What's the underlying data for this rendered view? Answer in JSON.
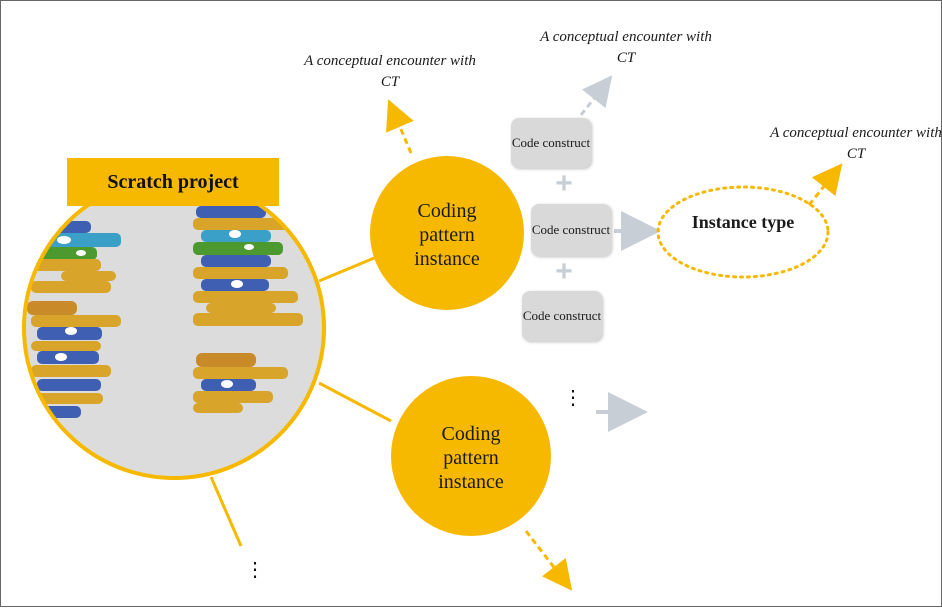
{
  "scratch_project": {
    "title": "Scratch project"
  },
  "coding_instances": [
    {
      "label": "Coding pattern instance"
    },
    {
      "label": "Coding pattern instance"
    }
  ],
  "code_constructs": [
    {
      "label": "Code construct"
    },
    {
      "label": "Code construct"
    },
    {
      "label": "Code construct"
    }
  ],
  "instance_type": {
    "label": "Instance type"
  },
  "encounters": [
    {
      "text": "A conceptual encounter with CT"
    },
    {
      "text": "A conceptual encounter with CT"
    },
    {
      "text": "A conceptual encounter with CT"
    }
  ],
  "plus_sign": "+",
  "ellipsis": "⋮",
  "colors": {
    "accent": "#f7b800",
    "gray_arrow": "#c8ced6",
    "box_gray": "#d9d9d9"
  }
}
